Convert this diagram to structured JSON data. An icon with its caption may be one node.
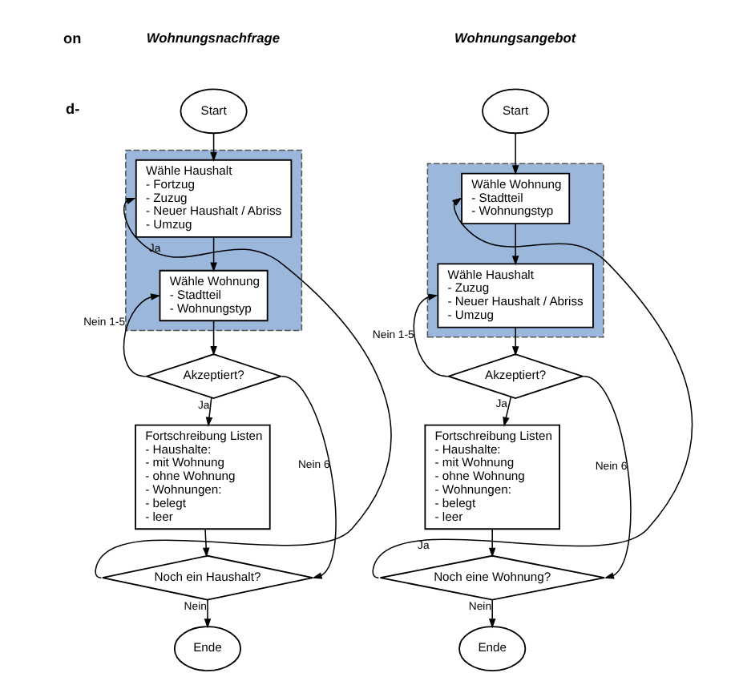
{
  "diagram": {
    "nodes": [
      {
        "text": [
          "Start"
        ]
      },
      {
        "text": [],
        "shape": "box"
      },
      {
        "text": [
          "Wähle Haushalt",
          "- Fortzug",
          "- Zuzug",
          "- Neuer Haushalt / Abriss",
          "- Umzug"
        ],
        "in": 1
      },
      {
        "text": [
          "Wähle Wohnung",
          "- Stadtteil",
          "- Wohnungstyp"
        ],
        "in": 1
      },
      {
        "text": [
          "Akzeptiert?"
        ]
      },
      {
        "text": [
          "Fortschreibung Listen",
          "- Haushalte:",
          "- mit Wohnung",
          "- ohne Wohnung",
          "- Wohnungen:",
          "- belegt",
          "- leer"
        ]
      },
      {
        "text": [
          "Noch ein Haushalt?"
        ]
      },
      {
        "text": [
          "Ende"
        ]
      },
      {
        "text": [
          "Start"
        ]
      },
      {
        "text": [],
        "shape": "box"
      },
      {
        "text": [
          "Wähle Wohnung",
          "- Stadtteil",
          "- Wohnungstyp"
        ],
        "in": 9
      },
      {
        "text": [
          "Wähle Haushalt",
          "- Zuzug",
          "- Neuer Haushalt / Abriss",
          "- Umzug"
        ],
        "in": 9
      },
      {
        "text": [
          "Akzeptiert?"
        ]
      },
      {
        "text": [
          "Fortschreibung Listen",
          "- Haushalte:",
          "- mit Wohnung",
          "- ohne Wohnung",
          "- Wohnungen:",
          "- belegt",
          "- leer"
        ]
      },
      {
        "text": [
          "Noch eine Wohnung?"
        ]
      },
      {
        "text": [
          "Ende"
        ]
      }
    ],
    "edges": [
      {
        "from": 0,
        "to": 2,
        "arrow": "to"
      },
      {
        "from": 2,
        "to": 3,
        "arrow": "to"
      },
      {
        "from": 3,
        "to": 4,
        "arrow": "to"
      },
      {
        "from": 4,
        "to": 3,
        "arrow": "to",
        "label": "Nein 1-5"
      },
      {
        "from": 4,
        "to": 6,
        "arrow": "to",
        "label": "Nein 6"
      },
      {
        "from": 4,
        "to": 5,
        "arrow": "to",
        "label": "Ja"
      },
      {
        "from": 5,
        "to": 6,
        "arrow": "to"
      },
      {
        "from": 6,
        "to": 2,
        "arrow": "to",
        "label": "Ja"
      },
      {
        "from": 6,
        "to": 7,
        "arrow": "to",
        "label": "Nein"
      },
      {
        "from": 8,
        "to": 10,
        "arrow": "to"
      },
      {
        "from": 10,
        "to": 11,
        "arrow": "to"
      },
      {
        "from": 11,
        "to": 12,
        "arrow": "to"
      },
      {
        "from": 12,
        "to": 11,
        "arrow": "to",
        "label": "Nein 1-5"
      },
      {
        "from": 12,
        "to": 14,
        "arrow": "to",
        "label": "Nein 6"
      },
      {
        "from": 12,
        "to": 13,
        "arrow": "to",
        "label": "Ja"
      },
      {
        "from": 13,
        "to": 14,
        "arrow": "to"
      },
      {
        "from": 14,
        "to": 10,
        "arrow": "to",
        "label": "Ja"
      },
      {
        "from": 14,
        "to": 15,
        "arrow": "to",
        "label": "Nein"
      }
    ],
    "labels": [
      "on",
      "d-",
      "Wohnungsnachfrage",
      "Wohnungsangebot"
    ]
  }
}
